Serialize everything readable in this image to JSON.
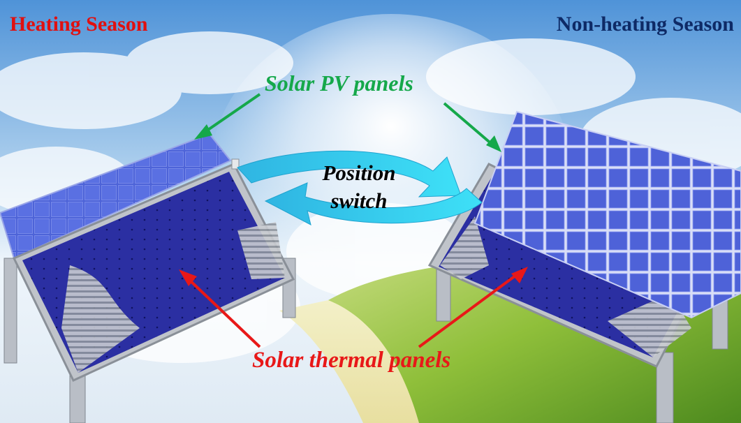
{
  "labels": {
    "heating_season": "Heating Season",
    "non_heating_season": "Non-heating Season",
    "solar_pv_panels": "Solar PV panels",
    "position_switch_line1": "Position",
    "position_switch_line2": "switch",
    "solar_thermal_panels": "Solar thermal panels"
  },
  "colors": {
    "heating": "#e01010",
    "non_heating": "#0e2a66",
    "pv_arrow": "#15a84a",
    "thermal_arrow": "#e81818",
    "switch_arrow": "#33d2ef",
    "pv_panel": "#4a5fd6",
    "thermal_panel": "#2a2d9c",
    "frame": "#b7bcc4"
  }
}
